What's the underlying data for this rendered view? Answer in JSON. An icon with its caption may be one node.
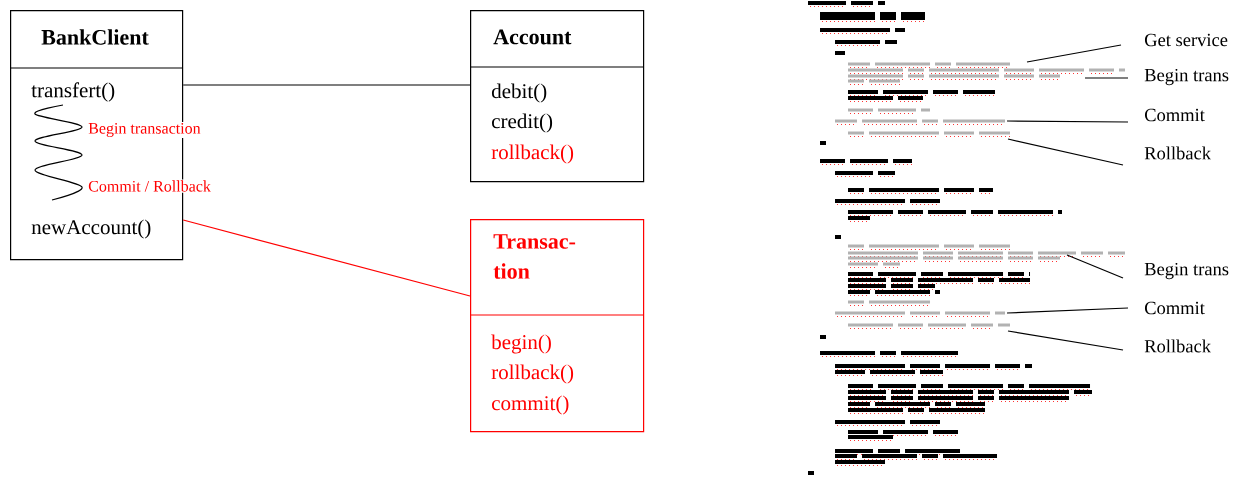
{
  "diagram": {
    "nodes": [
      {
        "text": [
          "BankClient",
          "transfert()",
          "newAccount()"
        ]
      },
      {
        "text": [
          "Account",
          "debit()",
          "credit()",
          "rollback()"
        ]
      },
      {
        "text": [
          "Transac- tion",
          "begin()",
          "rollback()",
          "commit()"
        ]
      },
      {
        "text": [],
        "shape": "picture"
      },
      {
        "text": [
          "Get service"
        ]
      },
      {
        "text": [
          "Begin trans"
        ]
      },
      {
        "text": [
          "Commit"
        ]
      },
      {
        "text": [
          "Rollback"
        ]
      },
      {
        "text": [
          "Begin trans"
        ]
      },
      {
        "text": [
          "Commit"
        ]
      },
      {
        "text": [
          "Rollback"
        ]
      }
    ],
    "edges": [
      {
        "from": 0,
        "to": 1,
        "arrow": "none"
      },
      {
        "from": 0,
        "to": 2,
        "arrow": "none",
        "color": "#ff0000"
      },
      {
        "from": 4,
        "to": 3,
        "arrow": "none"
      },
      {
        "from": 5,
        "to": 3,
        "arrow": "none"
      },
      {
        "from": 6,
        "to": 3,
        "arrow": "none"
      },
      {
        "from": 7,
        "to": 3,
        "arrow": "none"
      },
      {
        "from": 8,
        "to": 3,
        "arrow": "none"
      },
      {
        "from": 9,
        "to": 3,
        "arrow": "none"
      },
      {
        "from": 10,
        "to": 3,
        "arrow": "none"
      }
    ],
    "labels": [
      "Begin transaction",
      "Commit / Rollback"
    ]
  }
}
